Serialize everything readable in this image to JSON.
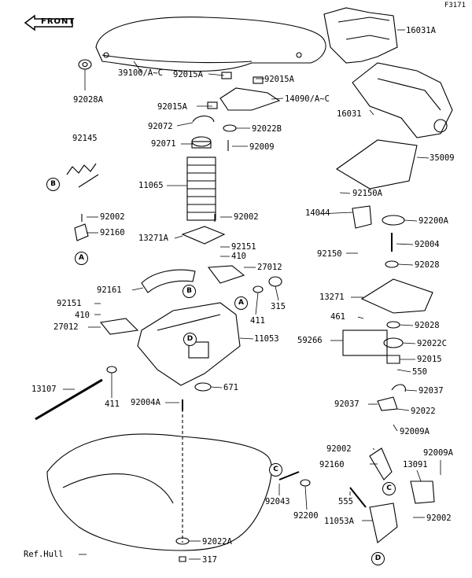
{
  "drawing_code": "F3171",
  "front_label": "FRONT",
  "callouts": {
    "p16031A": "16031A",
    "p39100": "39100/A~C",
    "p92028A": "92028A",
    "p92015A_a": "92015A",
    "p92015A_b": "92015A",
    "p16031": "16031",
    "p92015A_c": "92015A",
    "p14090": "14090/A~C",
    "p92072": "92072",
    "p92022B": "92022B",
    "p92145": "92145",
    "p92071": "92071",
    "p92009": "92009",
    "p35009": "35009",
    "p11065": "11065",
    "p92150A": "92150A",
    "p14044": "14044",
    "p92200A": "92200A",
    "p92002_a": "92002",
    "p92002_b": "92002",
    "p92160_a": "92160",
    "p92004": "92004",
    "p13271A": "13271A",
    "p92151_a": "92151",
    "p410_a": "410",
    "p92150": "92150",
    "p92028_a": "92028",
    "p27012_a": "27012",
    "p92161": "92161",
    "p13271": "13271",
    "p315": "315",
    "p92151_b": "92151",
    "p410_b": "410",
    "p411_a": "411",
    "p461": "461",
    "p92028_b": "92028",
    "p27012_b": "27012",
    "p11053": "11053",
    "p59266": "59266",
    "p92022C": "92022C",
    "p92015": "92015",
    "p550": "550",
    "p671": "671",
    "p13107": "13107",
    "p92037_a": "92037",
    "p411_b": "411",
    "p92004A": "92004A",
    "p92037_b": "92037",
    "p92022": "92022",
    "p92009A_a": "92009A",
    "p92002_c": "92002",
    "p92009A_b": "92009A",
    "p92160_b": "92160",
    "p13091": "13091",
    "p92043": "92043",
    "p555": "555",
    "p92200": "92200",
    "p11053A": "11053A",
    "p92002_d": "92002",
    "p92022A": "92022A",
    "p317": "317",
    "refhull": "Ref.Hull"
  },
  "reference_circles": {
    "B1": "B",
    "A1": "A",
    "B2": "B",
    "A2": "A",
    "D1": "D",
    "C1": "C",
    "C2": "C",
    "D2": "D"
  }
}
